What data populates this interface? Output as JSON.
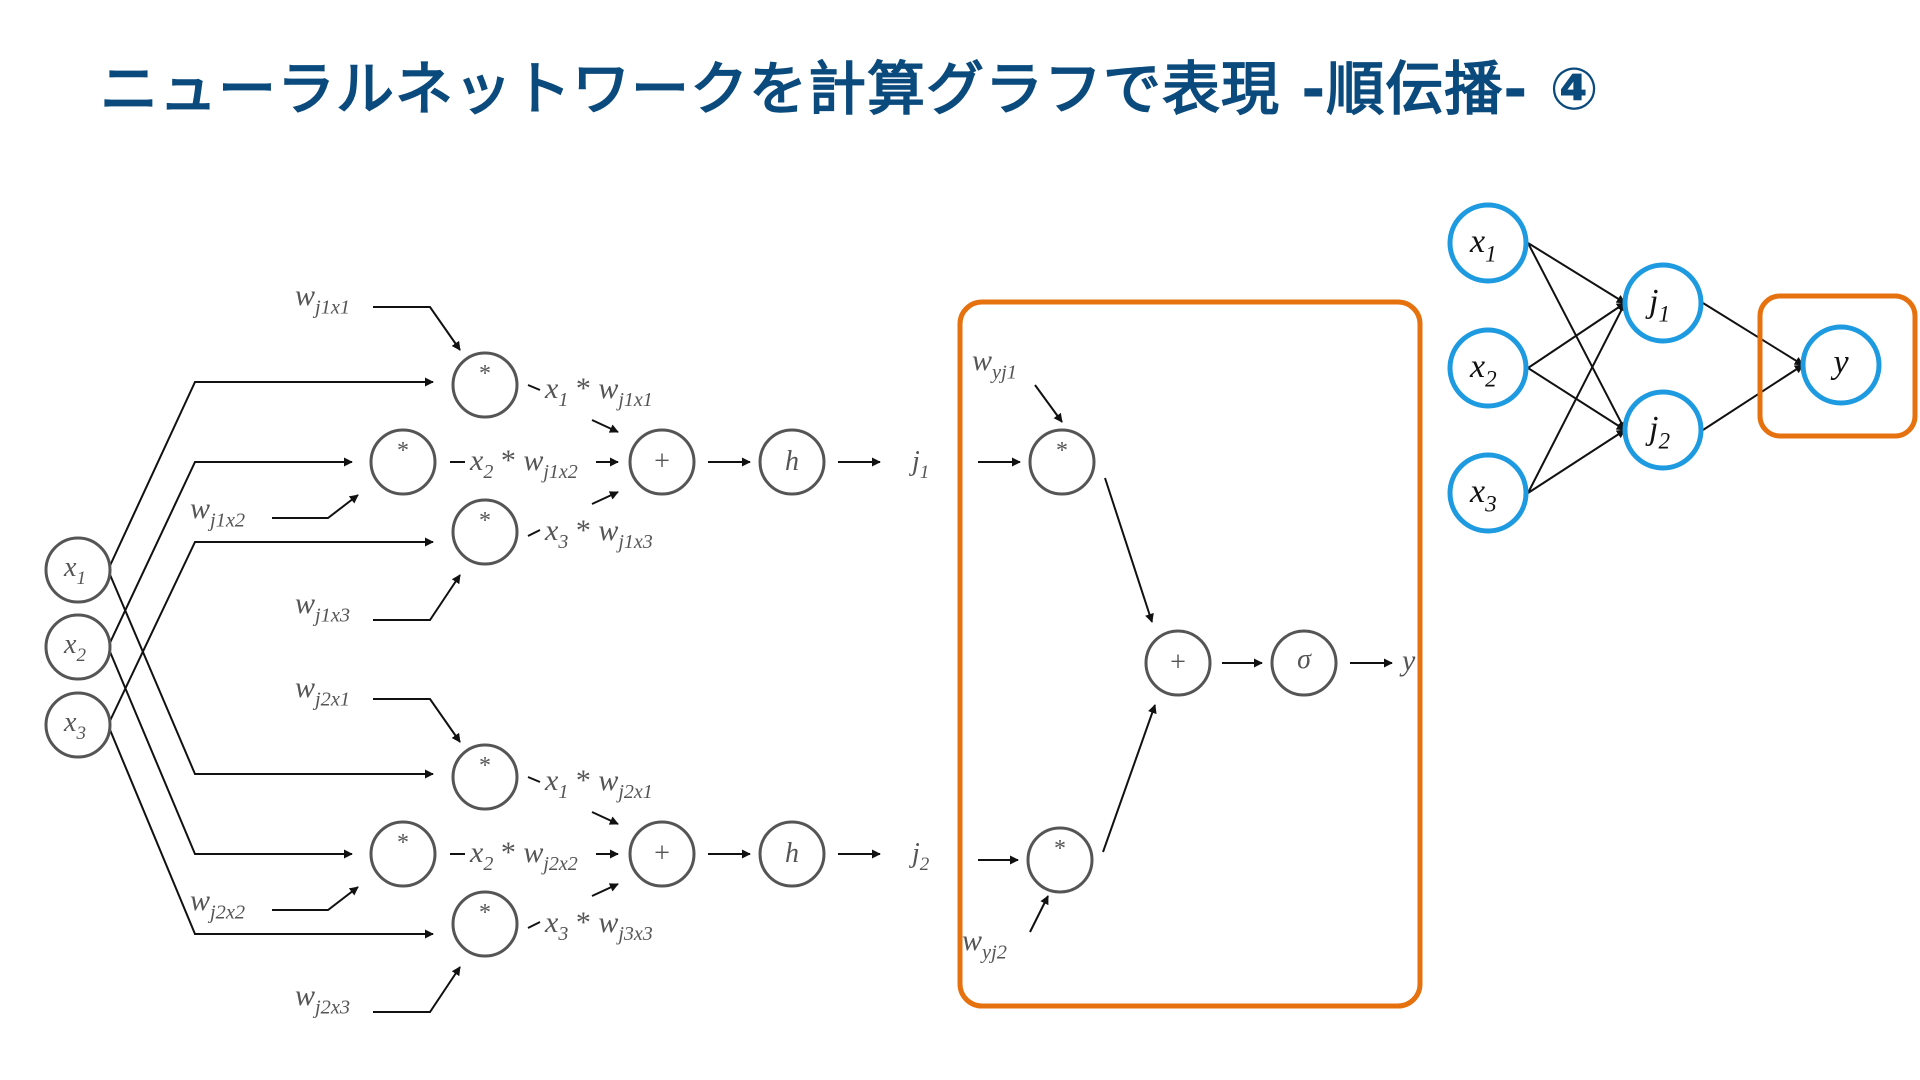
{
  "title": "ニューラルネットワークを計算グラフで表現 -順伝播- ④",
  "colors": {
    "title": "#0b4a7c",
    "highlight": "#e6720f",
    "nn_node": "#1e9ae0",
    "graph_node": "#555555"
  },
  "graph": {
    "inputs": [
      {
        "base": "x",
        "sub": "1"
      },
      {
        "base": "x",
        "sub": "2"
      },
      {
        "base": "x",
        "sub": "3"
      }
    ],
    "weights_j1": [
      {
        "base": "w",
        "sub": "j1x1"
      },
      {
        "base": "w",
        "sub": "j1x2"
      },
      {
        "base": "w",
        "sub": "j1x3"
      }
    ],
    "weights_j2": [
      {
        "base": "w",
        "sub": "j2x1"
      },
      {
        "base": "w",
        "sub": "j2x2"
      },
      {
        "base": "w",
        "sub": "j2x3"
      }
    ],
    "products_j1": [
      {
        "x": "x",
        "xs": "1",
        "w": "w",
        "ws": "j1x1"
      },
      {
        "x": "x",
        "xs": "2",
        "w": "w",
        "ws": "j1x2"
      },
      {
        "x": "x",
        "xs": "3",
        "w": "w",
        "ws": "j1x3"
      }
    ],
    "products_j2": [
      {
        "x": "x",
        "xs": "1",
        "w": "w",
        "ws": "j2x1"
      },
      {
        "x": "x",
        "xs": "2",
        "w": "w",
        "ws": "j2x2"
      },
      {
        "x": "x",
        "xs": "3",
        "w": "w",
        "ws": "j3x3"
      }
    ],
    "mult_symbol": "*",
    "plus_symbol": "+",
    "activation": "h",
    "sigmoid": "σ",
    "hidden": [
      {
        "base": "j",
        "sub": "1"
      },
      {
        "base": "j",
        "sub": "2"
      }
    ],
    "output_weights": [
      {
        "base": "w",
        "sub": "yj1"
      },
      {
        "base": "w",
        "sub": "yj2"
      }
    ],
    "output": "y"
  },
  "network": {
    "inputs": [
      {
        "base": "x",
        "sub": "1"
      },
      {
        "base": "x",
        "sub": "2"
      },
      {
        "base": "x",
        "sub": "3"
      }
    ],
    "hidden": [
      {
        "base": "j",
        "sub": "1"
      },
      {
        "base": "j",
        "sub": "2"
      }
    ],
    "output": "y"
  }
}
